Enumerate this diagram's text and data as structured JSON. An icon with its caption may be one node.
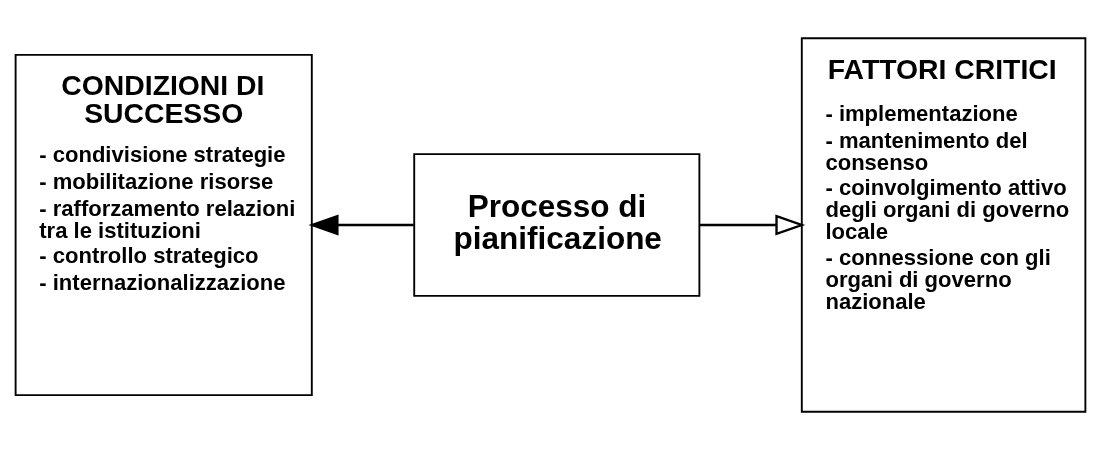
{
  "diagram": {
    "nodes": [
      {
        "text": [
          "CONDIZIONI DI SUCCESSO",
          "- condivisione strategie",
          "- mobilitazione risorse",
          "- rafforzamento relazioni tra le istituzioni",
          "- controllo strategico",
          "- internazionalizzazione"
        ]
      },
      {
        "text": [
          "Processo di pianificazione"
        ]
      },
      {
        "text": [
          "FATTORI CRITICI",
          "- implementazione",
          "- mantenimento del consenso",
          "- coinvolgimento attivo degli organi di governo locale",
          "- connessione con gli organi di governo nazionale"
        ]
      }
    ],
    "edges": [
      {
        "from": 1,
        "to": 0,
        "arrow": "to"
      },
      {
        "from": 1,
        "to": 2,
        "arrow": "to"
      }
    ]
  }
}
